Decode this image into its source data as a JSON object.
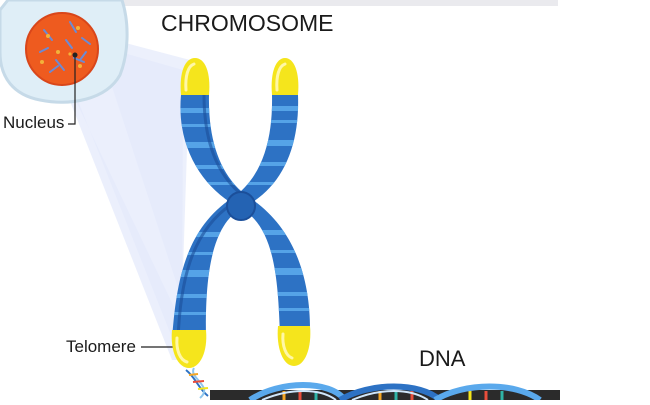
{
  "title": "CHROMOSOME",
  "labels": {
    "nucleus": "Nucleus",
    "telomere": "Telomere",
    "dna": "DNA"
  },
  "colors": {
    "chromatid": "#2d72c4",
    "chromatid_stripe": "#5aa9ec",
    "chromatid_dark": "#1b4f9a",
    "telomere": "#f5e51c",
    "nucleus": "#ee5b1f",
    "cell": "#dfeef7",
    "projection": "#e7ecfb"
  }
}
